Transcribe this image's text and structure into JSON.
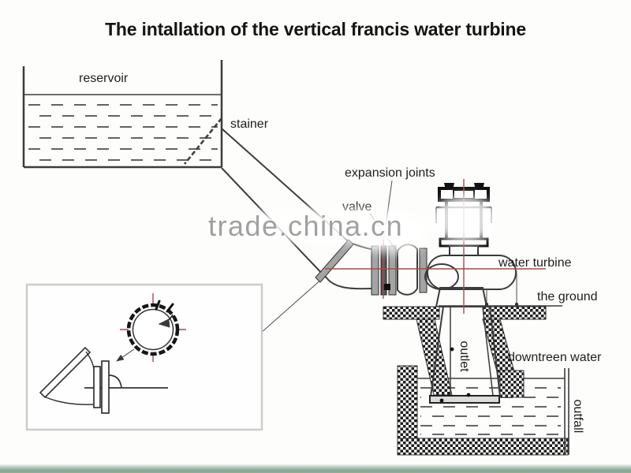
{
  "title": "The intallation of the vertical francis water turbine",
  "watermark": "trade.china.cn",
  "diagram": {
    "labels": {
      "reservoir": "reservoir",
      "stainer": "stainer",
      "expansion_joints": "expansion joints",
      "valve": "valve",
      "water_turbine": "water turbine",
      "the_ground": "the ground",
      "downtreen_water": "downtreen water",
      "outlet": "outlet",
      "outfall": "outfall"
    }
  },
  "colors": {
    "ink": "#3c3c3c",
    "centerline_red": "#a84a4a",
    "flange_gray": "#a4a4a4",
    "hatch_black": "#1e1e1e",
    "watermark_gray": "#9a9a9a",
    "inset_border": "#cccccc",
    "footer_green": "#8aa695"
  }
}
